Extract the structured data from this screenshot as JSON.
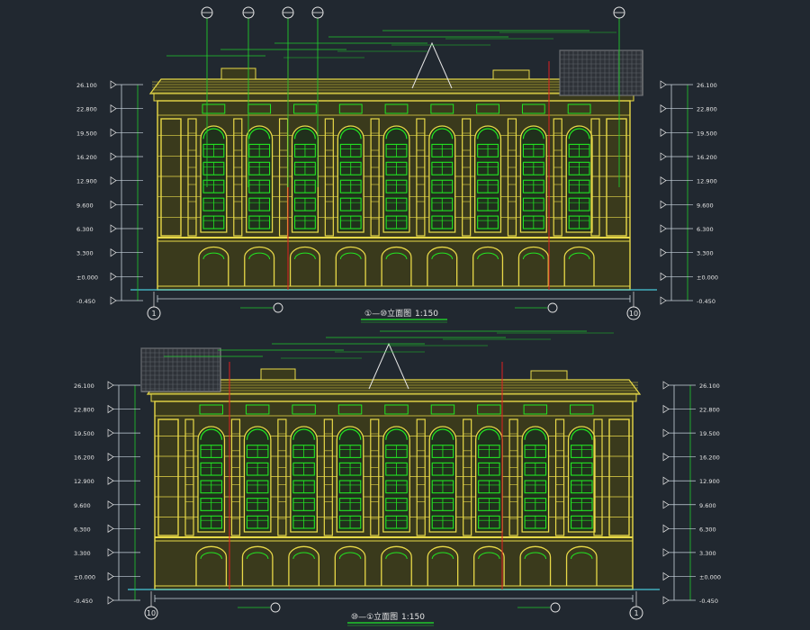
{
  "colors": {
    "background": "#212830",
    "facade": "#e8d948",
    "facade_fill": "#3a3a1c",
    "window": "#22e622",
    "annotation": "#21c82b",
    "dimension": "#c8d2dc",
    "red_line": "#e02020",
    "white": "#e6e6e6",
    "cyan": "#48c8d8",
    "panel_grey": "#9a9a9a"
  },
  "elevations": [
    {
      "title": "①—⑩立面图",
      "scale": "1:150",
      "axis_start": "1",
      "axis_end": "10",
      "level_labels": [
        "26.100",
        "22.800",
        "19.500",
        "16.200",
        "12.900",
        "9.600",
        "6.300",
        "3.300",
        "±0.000",
        "-0.450"
      ],
      "bays": 9
    },
    {
      "title": "⑩—①立面图",
      "scale": "1:150",
      "axis_start": "10",
      "axis_end": "1",
      "level_labels": [
        "26.100",
        "22.800",
        "19.500",
        "16.200",
        "12.900",
        "9.600",
        "6.300",
        "3.300",
        "±0.000",
        "-0.450"
      ],
      "bays": 9
    }
  ]
}
